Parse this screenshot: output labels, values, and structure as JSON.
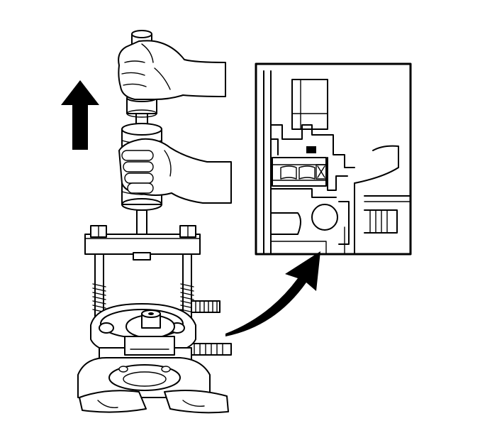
{
  "figure": {
    "colors": {
      "line": "#000000",
      "background": "#ffffff"
    },
    "callout": {
      "shows": "enlarged-cross-section-of-bearing-area"
    },
    "arrows": {
      "motion": "up",
      "callout": "curved-right-up"
    }
  }
}
